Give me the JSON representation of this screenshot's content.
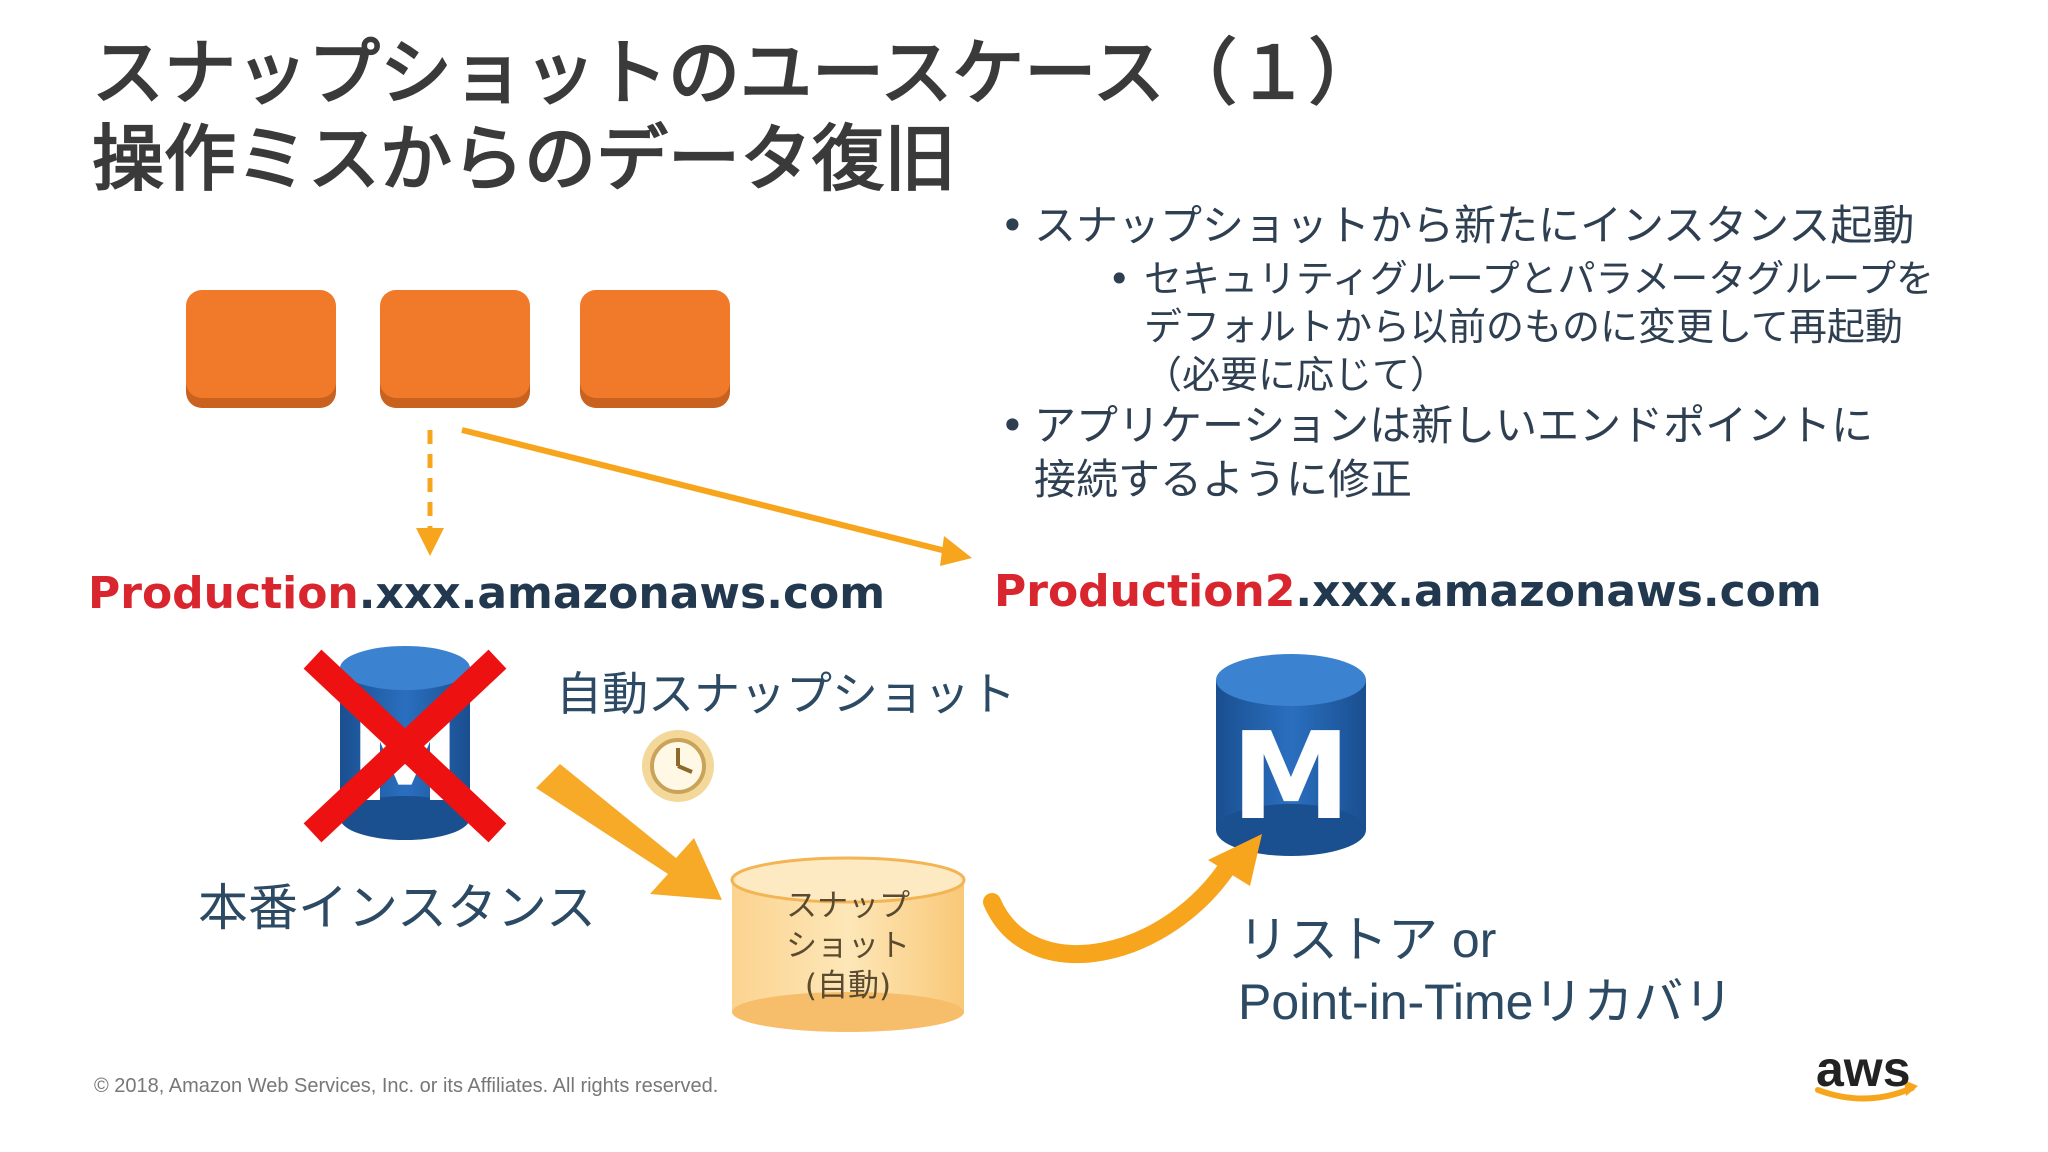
{
  "title": {
    "line1": "スナップショットのユースケース（１）",
    "line2": "操作ミスからのデータ復旧"
  },
  "bullets": [
    {
      "text": "スナップショットから新たにインスタンス起動",
      "sub": [
        "セキュリティグループとパラメータグループを",
        "デフォルトから以前のものに変更して再起動",
        "（必要に応じて）"
      ]
    },
    {
      "lines": [
        "アプリケーションは新しいエンドポイントに",
        "接続するように修正"
      ]
    }
  ],
  "endpoints": {
    "left": {
      "red": "Production",
      "rest": ".xxx.amazonaws.com"
    },
    "right": {
      "red": "Production2",
      "rest": ".xxx.amazonaws.com"
    }
  },
  "labels": {
    "auto_snapshot": "自動スナップショット",
    "prod_instance": "本番インスタンス",
    "restore_line1": "リストア or",
    "restore_line2": "Point-in-Timeリカバリ",
    "snapshot_line1": "スナップ",
    "snapshot_line2": "ショット",
    "snapshot_line3": "(自動)"
  },
  "icons": {
    "db_left": "database-icon",
    "db_right": "database-icon",
    "db_glyph": "M",
    "clock": "clock-icon",
    "cross": "cross-mark-icon"
  },
  "colors": {
    "orange_box": "#f0792a",
    "arrow_orange": "#f7a51c",
    "db_blue": "#1f5fa8",
    "red": "#d9252e",
    "navy": "#22384f"
  },
  "footer": "© 2018, Amazon Web Services, Inc. or its Affiliates. All rights reserved.",
  "logo": "aws"
}
